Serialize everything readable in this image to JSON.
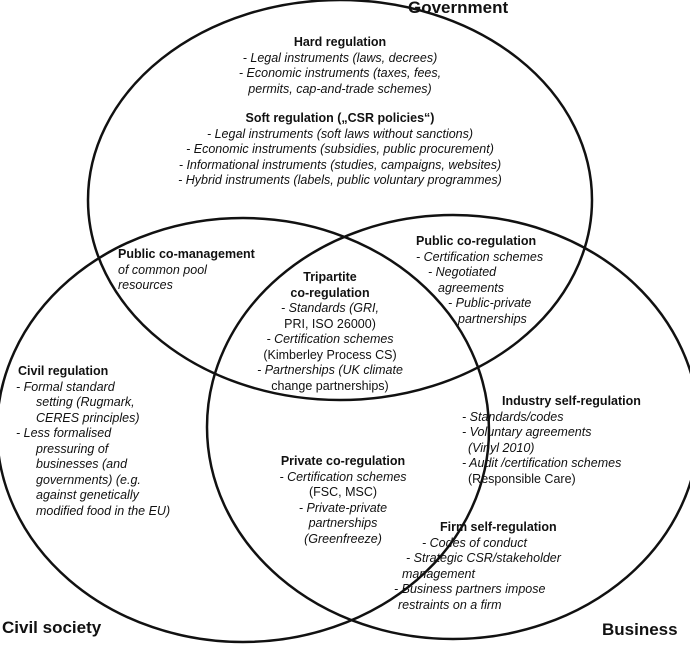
{
  "labels": {
    "government": "Government",
    "civil_society": "Civil society",
    "business": "Business"
  },
  "government_region": {
    "hard_title": "Hard regulation",
    "hard_items": [
      "- Legal instruments (laws,  decrees)",
      "- Economic instruments (taxes, fees,",
      "permits, cap-and-trade schemes)"
    ],
    "soft_title": "Soft regulation („CSR policies“)",
    "soft_items": [
      "- Legal instruments (soft laws  without  sanctions)",
      "- Economic instruments (subsidies, public procurement)",
      "- Informational instruments (studies, campaigns, websites)",
      "- Hybrid instruments (labels, public voluntary programmes)"
    ]
  },
  "public_comanagement": {
    "title": "Public co-management",
    "lines": [
      "of common pool",
      "resources"
    ]
  },
  "public_coregulation": {
    "title": "Public co-regulation",
    "lines": [
      "- Certification schemes",
      "- Negotiated",
      "agreements",
      "- Public-private",
      "partnerships"
    ]
  },
  "tripartite": {
    "title_1": "Tripartite",
    "title_2": "co-regulation",
    "l1": "- Standards (GRI,",
    "l2": "PRI, ISO 26000)",
    "l3": "- Certification schemes",
    "l4": "(Kimberley Process CS)",
    "l5": "- Partnerships (UK climate",
    "l6": "change partnerships)"
  },
  "civil_regulation": {
    "title": "Civil regulation",
    "lines": [
      "-   Formal standard",
      "setting (Rugmark,",
      "CERES principles)",
      "-   Less formalised",
      "pressuring of",
      "businesses (and",
      "governments) (e.g.",
      "against genetically",
      "modified food in the EU)"
    ]
  },
  "industry_self": {
    "title": "Industry self-regulation",
    "lines": [
      "- Standards/codes",
      "- Voluntary agreements",
      "(Vinyl 2010)",
      "- Audit /certification schemes",
      "(Responsible Care)"
    ]
  },
  "private_coregulation": {
    "title": "Private co-regulation",
    "lines": [
      "- Certification schemes",
      "(FSC, MSC)",
      "- Private-private",
      "partnerships",
      "(Greenfreeze)"
    ]
  },
  "firm_self": {
    "title": "Firm self-regulation",
    "lines": [
      "- Codes of conduct",
      "- Strategic CSR/stakeholder",
      "management",
      "- Business partners impose",
      "restraints on a firm"
    ]
  }
}
